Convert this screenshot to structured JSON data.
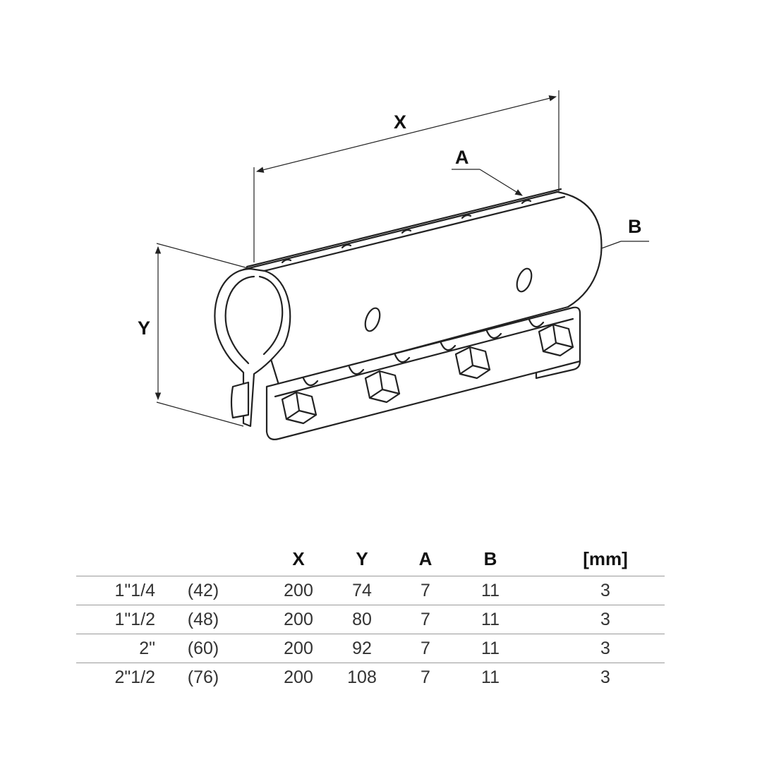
{
  "drawing": {
    "label_x": "X",
    "label_y": "Y",
    "label_a": "A",
    "label_b": "B"
  },
  "table": {
    "headers": {
      "x": "X",
      "y": "Y",
      "a": "A",
      "b": "B",
      "unit": "[mm]"
    },
    "rows": [
      {
        "size": "1\"1/4",
        "od": "(42)",
        "x": "200",
        "y": "74",
        "a": "7",
        "b": "11",
        "t": "3"
      },
      {
        "size": "1\"1/2",
        "od": "(48)",
        "x": "200",
        "y": "80",
        "a": "7",
        "b": "11",
        "t": "3"
      },
      {
        "size": "2\"",
        "od": "(60)",
        "x": "200",
        "y": "92",
        "a": "7",
        "b": "11",
        "t": "3"
      },
      {
        "size": "2\"1/2",
        "od": "(76)",
        "x": "200",
        "y": "108",
        "a": "7",
        "b": "11",
        "t": "3"
      }
    ]
  }
}
